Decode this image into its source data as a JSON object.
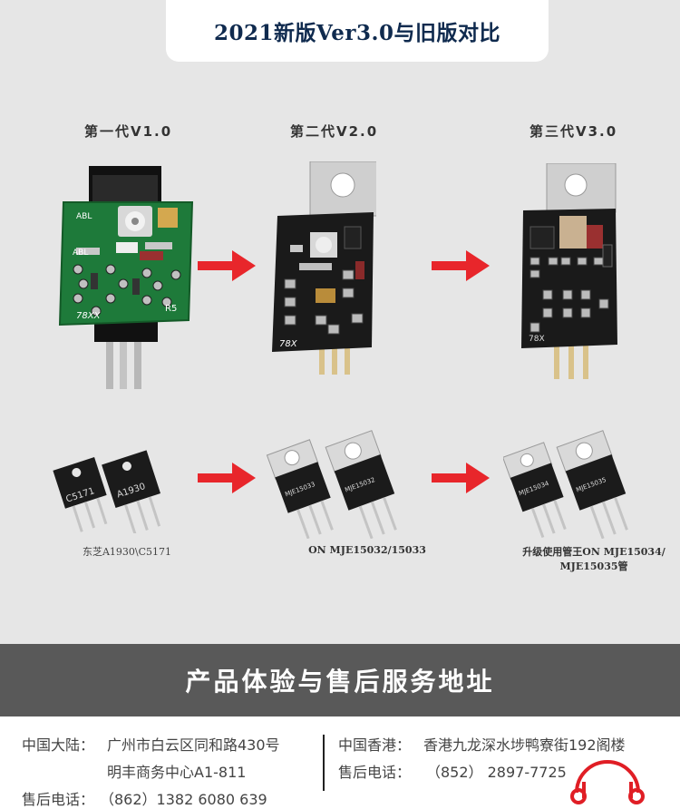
{
  "header": {
    "title": "2021新版Ver3.0与旧版对比"
  },
  "generations": [
    {
      "label": "第一代V1.0",
      "board_model": "78XX",
      "board_marks": [
        "ABL",
        "ABL",
        "R5"
      ]
    },
    {
      "label": "第二代V2.0",
      "board_model": "78X"
    },
    {
      "label": "第三代V3.0",
      "board_model": "78X"
    }
  ],
  "transistors": [
    {
      "caption": "东芝A1930\\C5171",
      "parts": [
        "C5171",
        "A1930"
      ]
    },
    {
      "caption": "ON MJE15032/15033",
      "parts": [
        "MJE15033",
        "MJE15032"
      ]
    },
    {
      "caption_line1": "升级使用管王ON MJE15034/",
      "caption_line2": "MJE15035管",
      "parts": [
        "MJE15034",
        "MJE15035"
      ]
    }
  ],
  "banner": {
    "title": "产品体验与售后服务地址"
  },
  "contacts": {
    "mainland_label": "中国大陆：",
    "mainland_addr1": "广州市白云区同和路430号",
    "mainland_addr2": "明丰商务中心A1-811",
    "mainland_phone_label": "售后电话：",
    "mainland_phone": "（862）1382 6080 639",
    "hk_label": "中国香港：",
    "hk_addr": "香港九龙深水埗鸭寮街192阁楼",
    "hk_phone_label": "售后电话：",
    "hk_phone": "（852） 2897-7725"
  },
  "colors": {
    "arrow": "#e8262b",
    "navy": "#0f2a4e",
    "banner": "#595959",
    "pcb_green": "#1e7a3a",
    "pcb_black": "#1a1a1a"
  }
}
